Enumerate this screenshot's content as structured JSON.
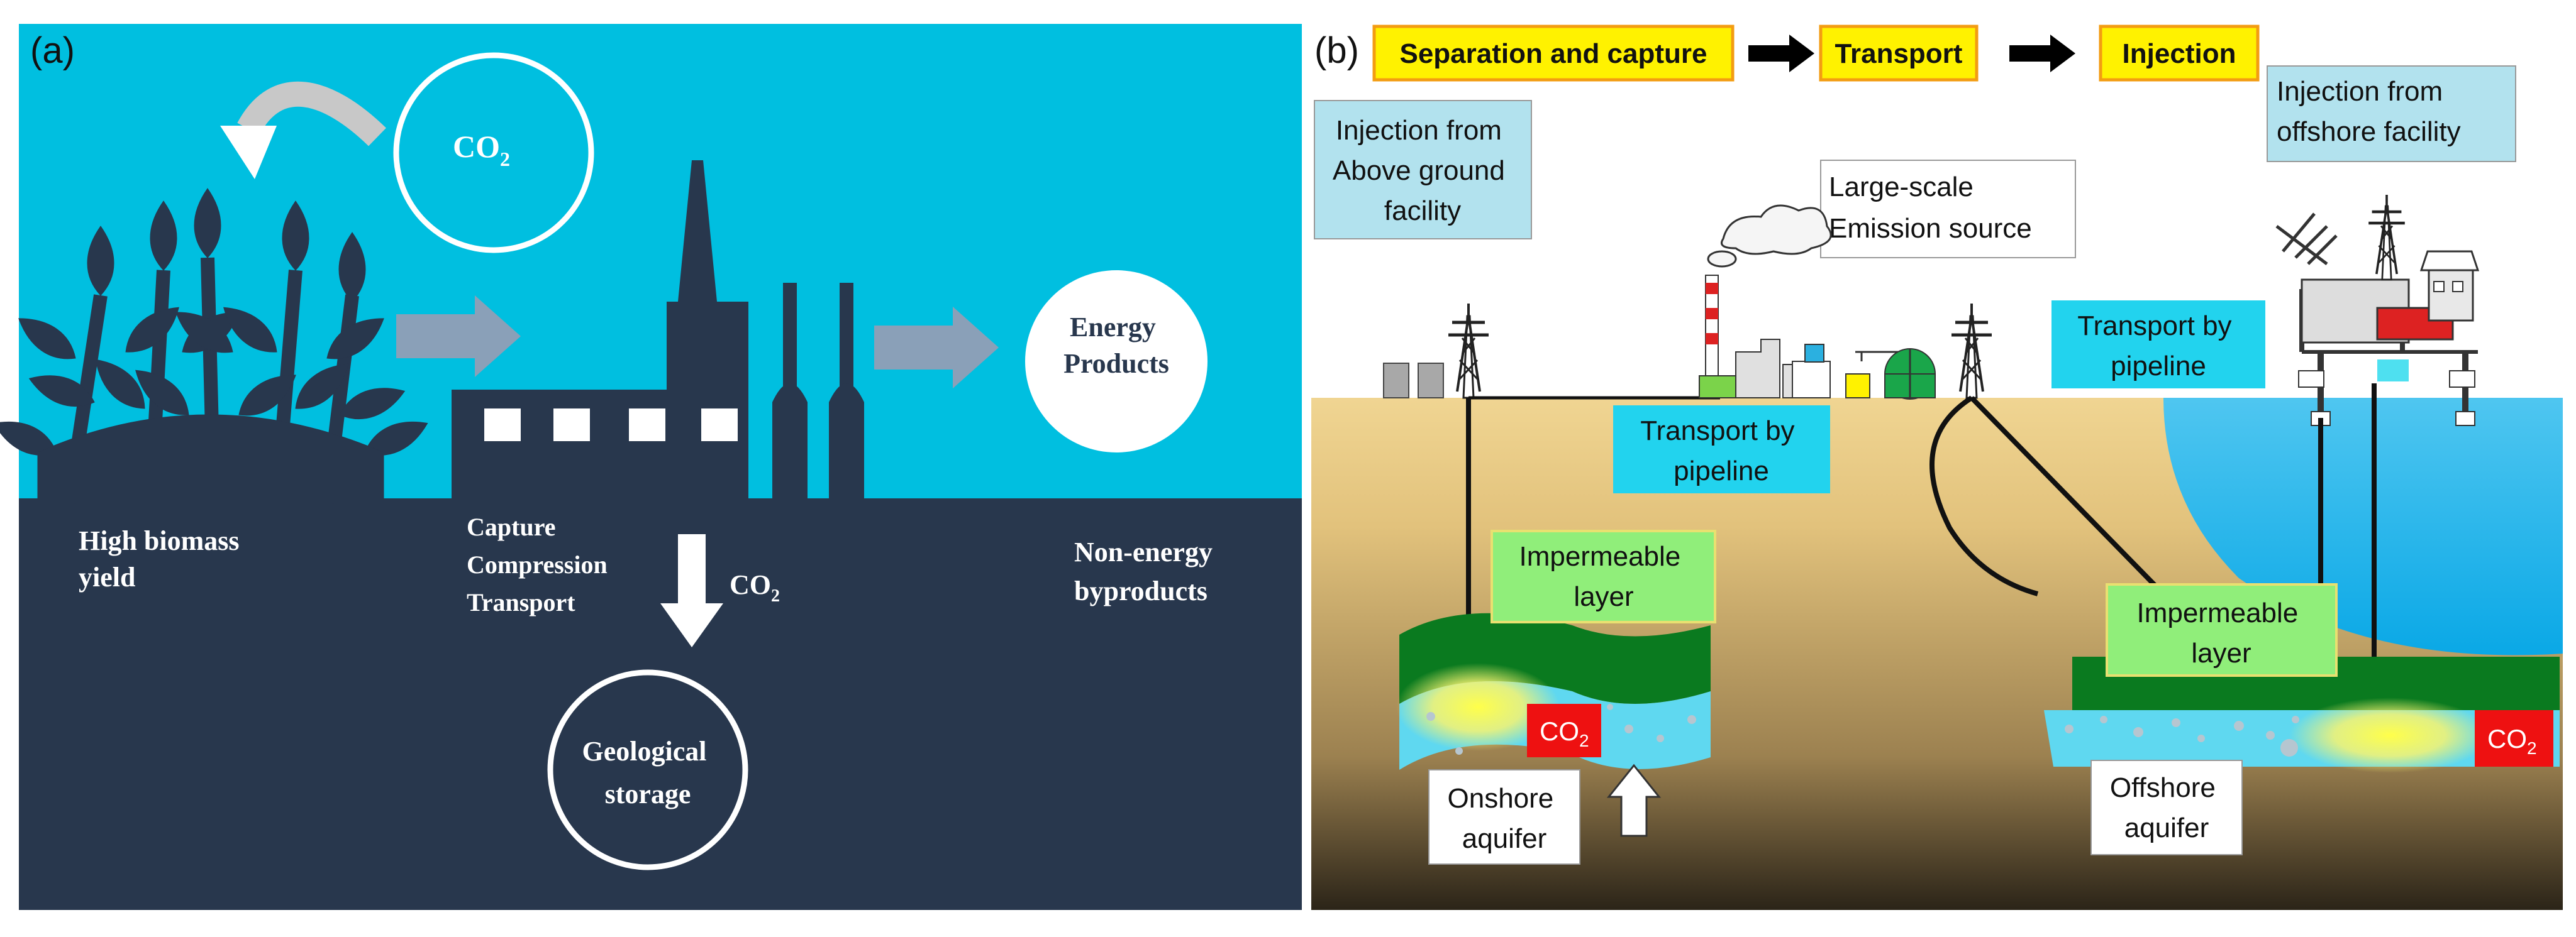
{
  "panel_a": {
    "label": "(a)",
    "co2_top": {
      "base": "CO",
      "sub": "2"
    },
    "energy_products": [
      "Energy",
      "Products"
    ],
    "biomass": [
      "High biomass",
      "yield"
    ],
    "process": [
      "Capture",
      "Compression",
      "Transport"
    ],
    "co2_down": {
      "base": "CO",
      "sub": "2"
    },
    "non_energy": [
      "Non-energy",
      "byproducts"
    ],
    "geological": [
      "Geological",
      "storage"
    ]
  },
  "panel_b": {
    "label": "(b)",
    "steps": [
      "Separation and capture",
      "Transport",
      "Injection"
    ],
    "injection_above": [
      "Injection from",
      "Above ground",
      "facility"
    ],
    "large_scale": [
      "Large-scale",
      "Emission source"
    ],
    "injection_offshore": [
      "Injection from",
      "offshore facility"
    ],
    "transport_pipeline_left": [
      "Transport by",
      "pipeline"
    ],
    "transport_pipeline_right": [
      "Transport by",
      "pipeline"
    ],
    "impermeable_left": [
      "Impermeable",
      "layer"
    ],
    "impermeable_right": [
      "Impermeable",
      "layer"
    ],
    "co2_onshore": {
      "base": "CO",
      "sub": "2"
    },
    "co2_offshore": {
      "base": "CO",
      "sub": "2"
    },
    "onshore_aquifer": [
      "Onshore",
      "aquifer"
    ],
    "offshore_aquifer": [
      "Offshore",
      "aquifer"
    ]
  },
  "colors": {
    "sky": "#00bfe0",
    "ground_dark": "#28374d",
    "box_yellow": "#fff200",
    "box_yellow_border": "#f39c12",
    "box_lightblue": "#b2e2ee",
    "box_cyan": "#22d3ee",
    "box_green": "#90ee7a",
    "co2_red": "#ee1111"
  }
}
